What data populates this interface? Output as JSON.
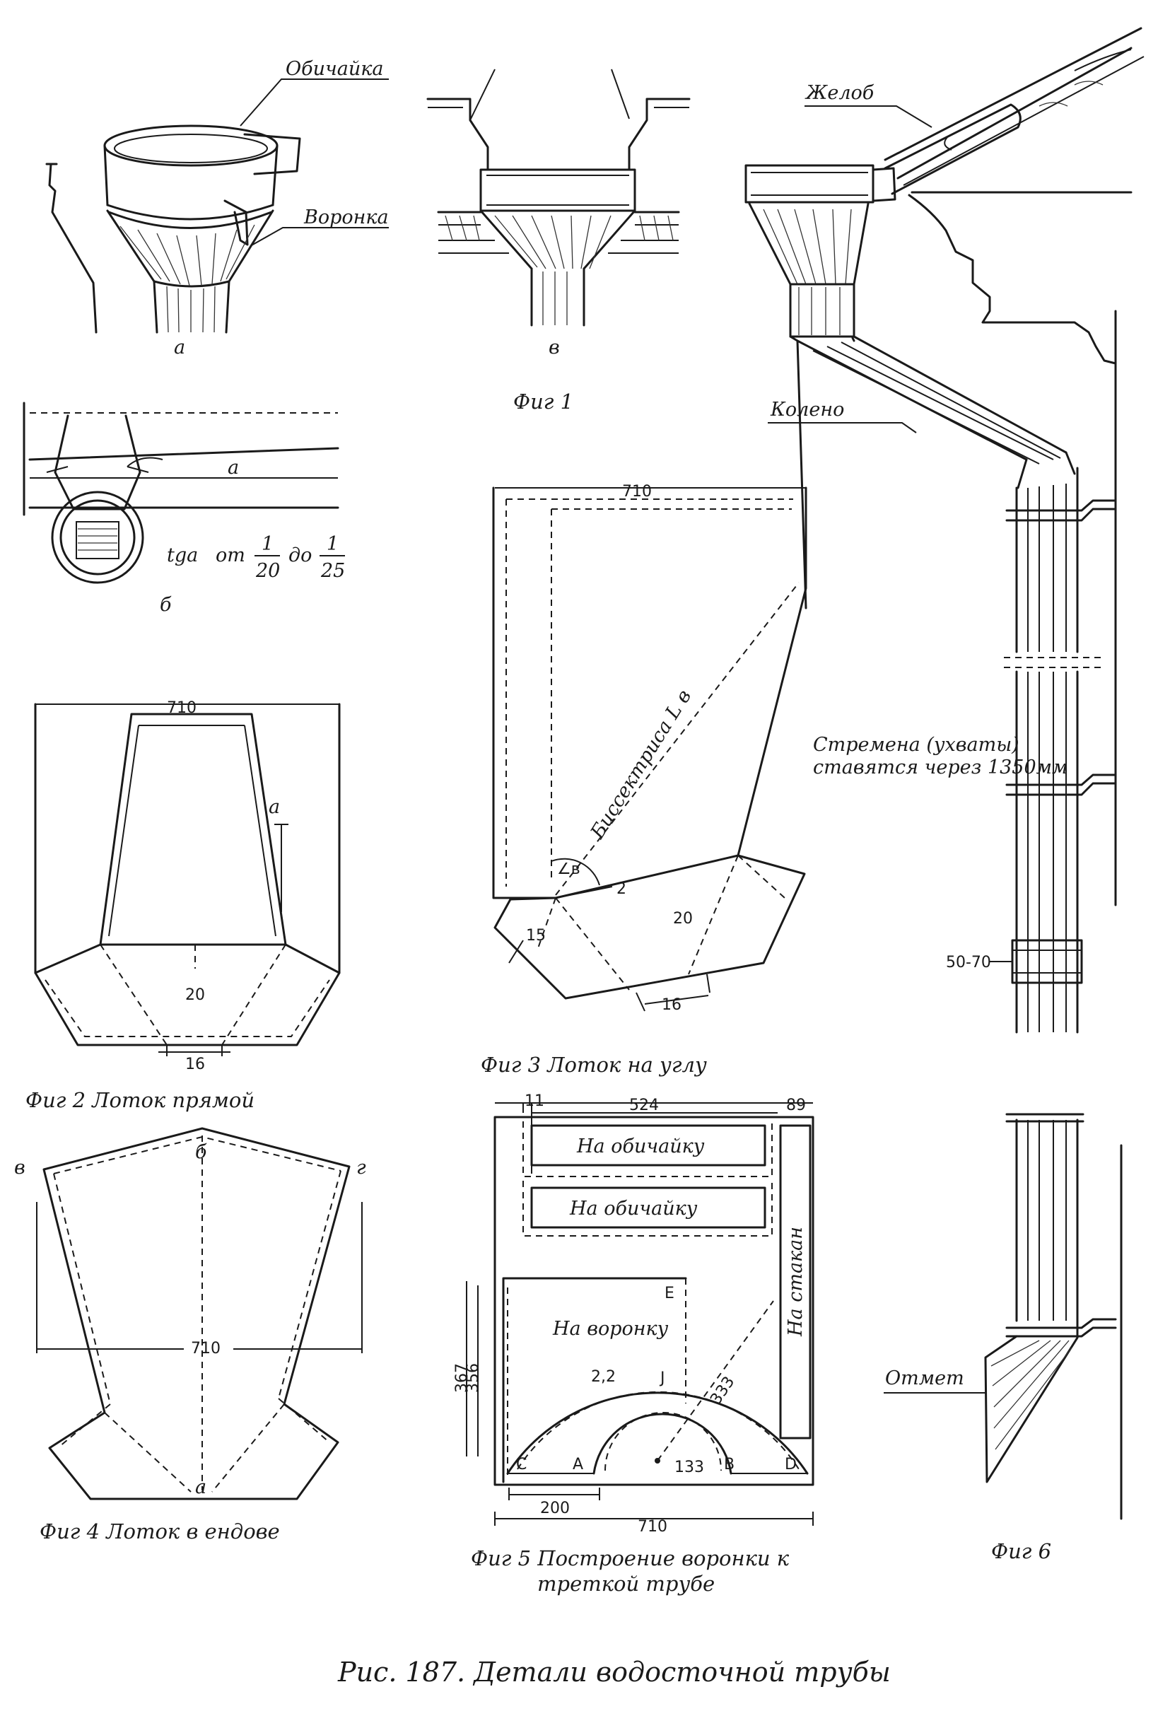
{
  "labels": {
    "obechaika": "Обичайка",
    "voronka": "Воронка",
    "fig1_a": "а",
    "fig1_v": "в",
    "fig1_b": "б",
    "slope_prefix": "tga",
    "slope_from": "от",
    "slope_to": "до",
    "slope_num1": "1",
    "slope_den1": "20",
    "slope_num2": "1",
    "slope_den2": "25",
    "slope_angle": "a",
    "zheleb": "Желоб",
    "koleno": "Колено",
    "stremena_1": "Стремена (ухваты)",
    "stremena_2": "ставятся через 1350мм",
    "otmet": "Отмет",
    "fig2_a": "а",
    "bissektrisa": "Биссектриса L в",
    "angle_v": "∠в",
    "fig3_2": "2",
    "fig4_v": "в",
    "fig4_b": "б",
    "fig4_g": "г",
    "fig4_a": "а",
    "na_obechaiku_1": "На обичайку",
    "na_obechaiku_2": "На обичайку",
    "na_stakan": "На стакан",
    "na_voronku": "На воронку",
    "pt_C": "C",
    "pt_A": "A",
    "pt_B": "B",
    "pt_D": "D",
    "pt_E": "E",
    "pt_J": "J"
  },
  "dimensions": {
    "fig2_width": "710",
    "fig2_mid": "20",
    "fig2_bottom": "16",
    "fig3_width": "710",
    "fig3_mid": "20",
    "fig3_side": "15",
    "fig3_bottom": "16",
    "fig4_width": "710",
    "fig5_11": "11",
    "fig5_524": "524",
    "fig5_89": "89",
    "fig5_367": "367",
    "fig5_356": "356",
    "fig5_22": "2,2",
    "fig5_333": "333",
    "fig5_133": "133",
    "fig5_200": "200",
    "fig5_710": "710",
    "pipe_gap": "50-70"
  },
  "captions": {
    "fig1": "Фиг 1",
    "fig2": "Фиг 2  Лоток прямой",
    "fig3": "Фиг 3  Лоток на углу",
    "fig4": "Фиг 4  Лоток в ендове",
    "fig5_line1": "Фиг 5  Построение воронки к",
    "fig5_line2": "треткой трубе",
    "fig6": "Фиг 6",
    "main": "Рис. 187. Детали водосточной трубы"
  }
}
